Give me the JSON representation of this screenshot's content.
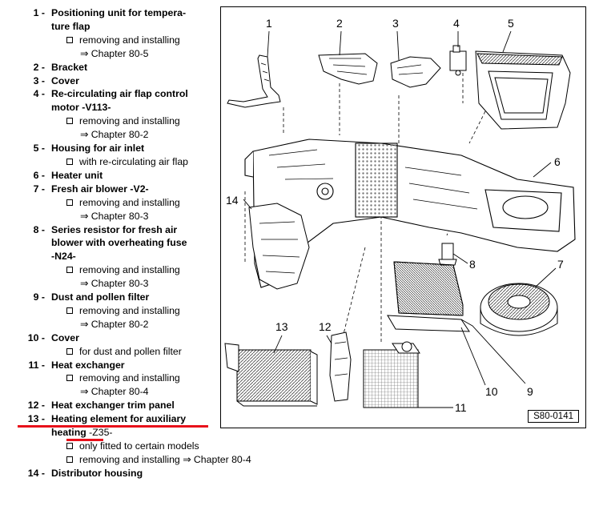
{
  "legend": [
    {
      "num": "1 -",
      "title": "Positioning unit for tempera-",
      "title2": "ture flap",
      "subs": [
        {
          "text": "removing and installing"
        }
      ],
      "refs": [
        "Chapter 80-5"
      ]
    },
    {
      "num": "2 -",
      "title": "Bracket"
    },
    {
      "num": "3 -",
      "title": "Cover"
    },
    {
      "num": "4 -",
      "title": "Re-circulating air flap control",
      "title2": "motor -V113-",
      "subs": [
        {
          "text": "removing and installing"
        }
      ],
      "refs": [
        "Chapter 80-2"
      ]
    },
    {
      "num": "5 -",
      "title": "Housing for air inlet",
      "subs": [
        {
          "text": "with re-circulating air flap"
        }
      ]
    },
    {
      "num": "6 -",
      "title": "Heater unit"
    },
    {
      "num": "7 -",
      "title": "Fresh air blower -V2-",
      "subs": [
        {
          "text": "removing and installing"
        }
      ],
      "refs": [
        "Chapter 80-3"
      ]
    },
    {
      "num": "8 -",
      "title": "Series resistor for fresh air",
      "title2": "blower with overheating fuse",
      "title3": "-N24-",
      "subs": [
        {
          "text": "removing and installing"
        }
      ],
      "refs": [
        "Chapter 80-3"
      ]
    },
    {
      "num": "9 -",
      "title": "Dust and pollen filter",
      "subs": [
        {
          "text": "removing and installing"
        }
      ],
      "refs": [
        "Chapter 80-2"
      ]
    },
    {
      "num": "10 -",
      "title": "Cover",
      "subs": [
        {
          "text": "for dust and pollen filter"
        }
      ]
    },
    {
      "num": "11 -",
      "title": "Heat exchanger",
      "subs": [
        {
          "text": "removing and installing"
        }
      ],
      "refs": [
        "Chapter 80-4"
      ]
    },
    {
      "num": "12 -",
      "title": "Heat exchanger trim panel"
    },
    {
      "num": "13 -",
      "title": "Heating element for auxiliary",
      "title2": "heating",
      "title2_extra": " -Z35-",
      "subs": [
        {
          "text": "only fitted to certain models"
        },
        {
          "text": "removing and installing",
          "ref": "Chapter 80-4"
        }
      ]
    },
    {
      "num": "14 -",
      "title": "Distributor housing"
    }
  ],
  "figure": {
    "callouts": [
      "1",
      "2",
      "3",
      "4",
      "5",
      "6",
      "7",
      "8",
      "9",
      "10",
      "11",
      "12",
      "13",
      "14"
    ],
    "code": "S80-0141"
  },
  "colors": {
    "highlight": "#e8101a",
    "ink": "#000000",
    "paper": "#ffffff"
  }
}
